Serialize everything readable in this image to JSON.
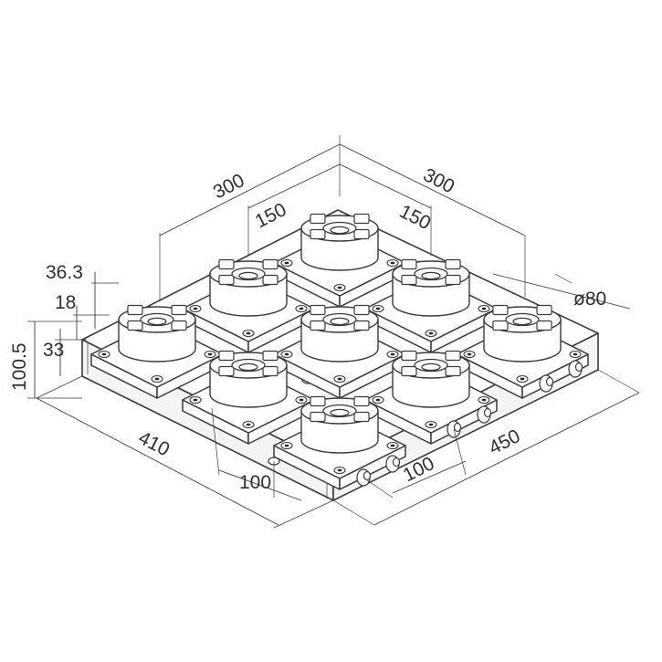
{
  "dimensions": {
    "top_left_300": "300",
    "top_right_300": "300",
    "left_150": "150",
    "right_150": "150",
    "height_36_3": "36.3",
    "height_18": "18",
    "height_33": "33",
    "height_100_5": "100.5",
    "diameter": "ø80",
    "width_410": "410",
    "depth_450": "450",
    "pitch_100_a": "100",
    "pitch_100_b": "100"
  }
}
